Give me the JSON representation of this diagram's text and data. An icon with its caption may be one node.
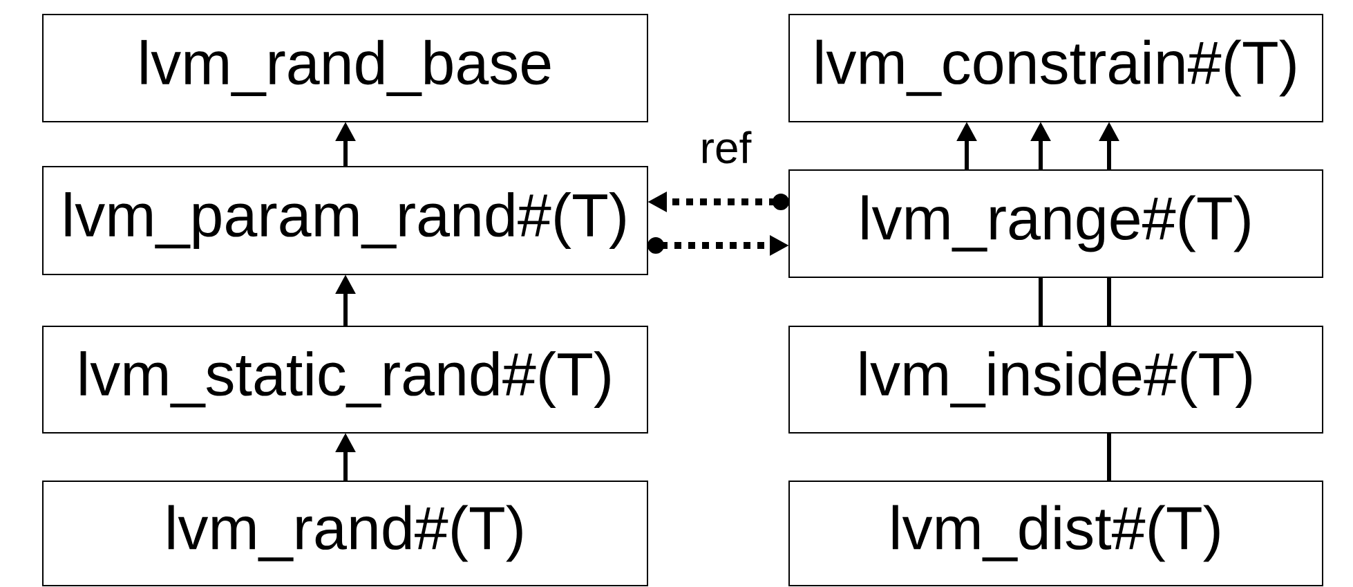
{
  "diagram": {
    "nodes": [
      {
        "text": [
          "lvm_rand_base"
        ]
      },
      {
        "text": [
          "lvm_constrain#(T)"
        ]
      },
      {
        "text": [
          "lvm_param_rand#(T)"
        ]
      },
      {
        "text": [
          "lvm_range#(T)"
        ]
      },
      {
        "text": [
          "lvm_static_rand#(T)"
        ]
      },
      {
        "text": [
          "lvm_inside#(T)"
        ]
      },
      {
        "text": [
          "lvm_rand#(T)"
        ]
      },
      {
        "text": [
          "lvm_dist#(T)"
        ]
      }
    ],
    "edges": [
      {
        "from": 2,
        "to": 0,
        "arrow": "to"
      },
      {
        "from": 4,
        "to": 2,
        "arrow": "to"
      },
      {
        "from": 6,
        "to": 4,
        "arrow": "to"
      },
      {
        "from": 3,
        "to": 1,
        "arrow": "to"
      },
      {
        "from": 3,
        "to": 1,
        "arrow": "to"
      },
      {
        "from": 3,
        "to": 1,
        "arrow": "to"
      },
      {
        "from": 5,
        "to": 3,
        "arrow": "none"
      },
      {
        "from": 5,
        "to": 3,
        "arrow": "none"
      },
      {
        "from": 7,
        "to": 5,
        "arrow": "none"
      },
      {
        "from": 3,
        "to": 2,
        "arrow": "to",
        "style": "dashed",
        "label": "ref"
      },
      {
        "from": 2,
        "to": 3,
        "arrow": "to",
        "style": "dashed"
      }
    ]
  }
}
